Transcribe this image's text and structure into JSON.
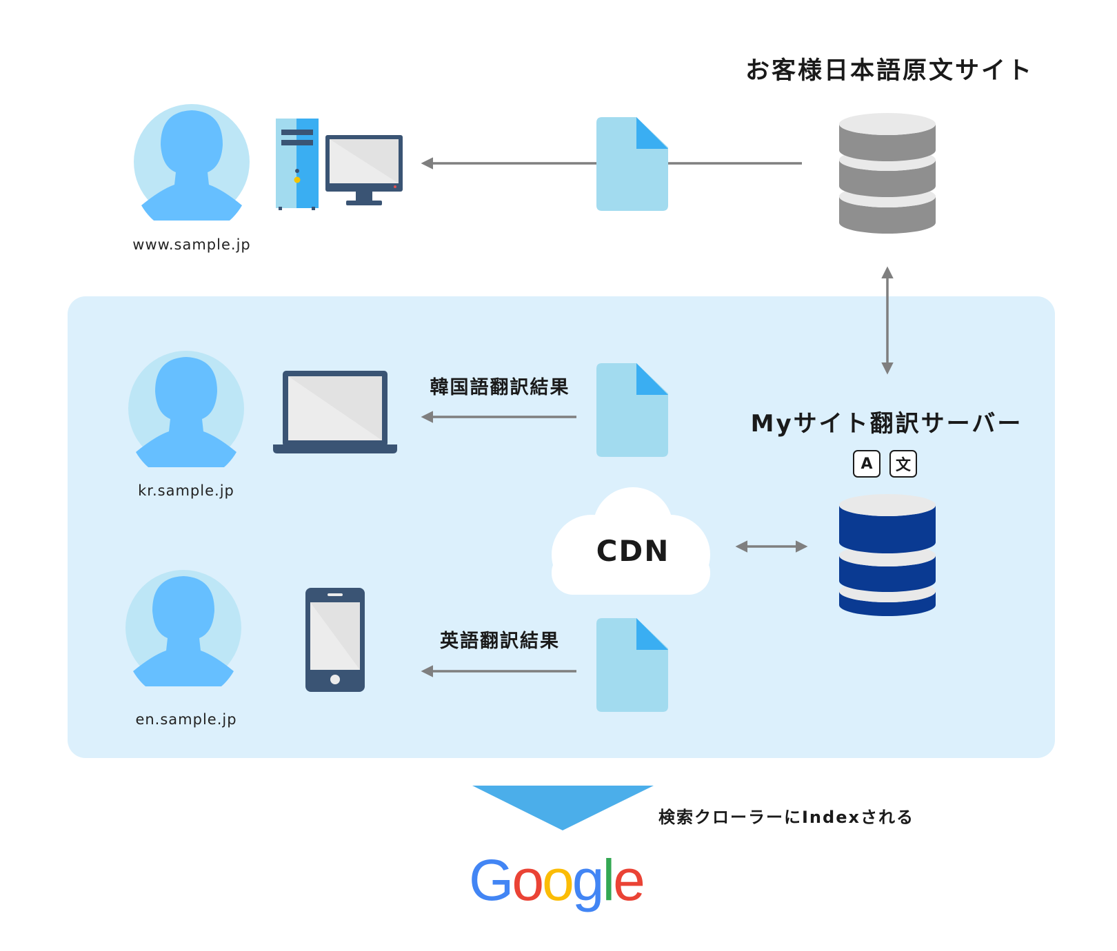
{
  "origin_site": {
    "title": "お客様日本語原文サイト"
  },
  "server": {
    "title": "Myサイト翻訳サーバー",
    "key_a": "A",
    "key_bun": "文"
  },
  "cdn": {
    "label": "CDN"
  },
  "users": [
    {
      "domain": "www.sample.jp"
    },
    {
      "domain": "kr.sample.jp"
    },
    {
      "domain": "en.sample.jp"
    }
  ],
  "results": {
    "korean": "韓国語翻訳結果",
    "english": "英語翻訳結果"
  },
  "crawler": {
    "text": "検索クローラーにIndexされる",
    "google": [
      "G",
      "o",
      "o",
      "g",
      "l",
      "e"
    ]
  },
  "colors": {
    "panel": "#dcf0fc",
    "avatar_bg": "#bde6f6",
    "avatar_fg": "#66bfff",
    "document": "#a2dbef",
    "document_fold": "#3aaef2",
    "device": "#3a5474",
    "screen": "#ececec",
    "db_gray": "#8f8f8f",
    "db_navy": "#0a3a92",
    "arrow": "#7f7f7f",
    "funnel": "#4baeea",
    "google_blue": "#4285F4",
    "google_red": "#EA4335",
    "google_yellow": "#FBBC05",
    "google_green": "#34A853"
  }
}
